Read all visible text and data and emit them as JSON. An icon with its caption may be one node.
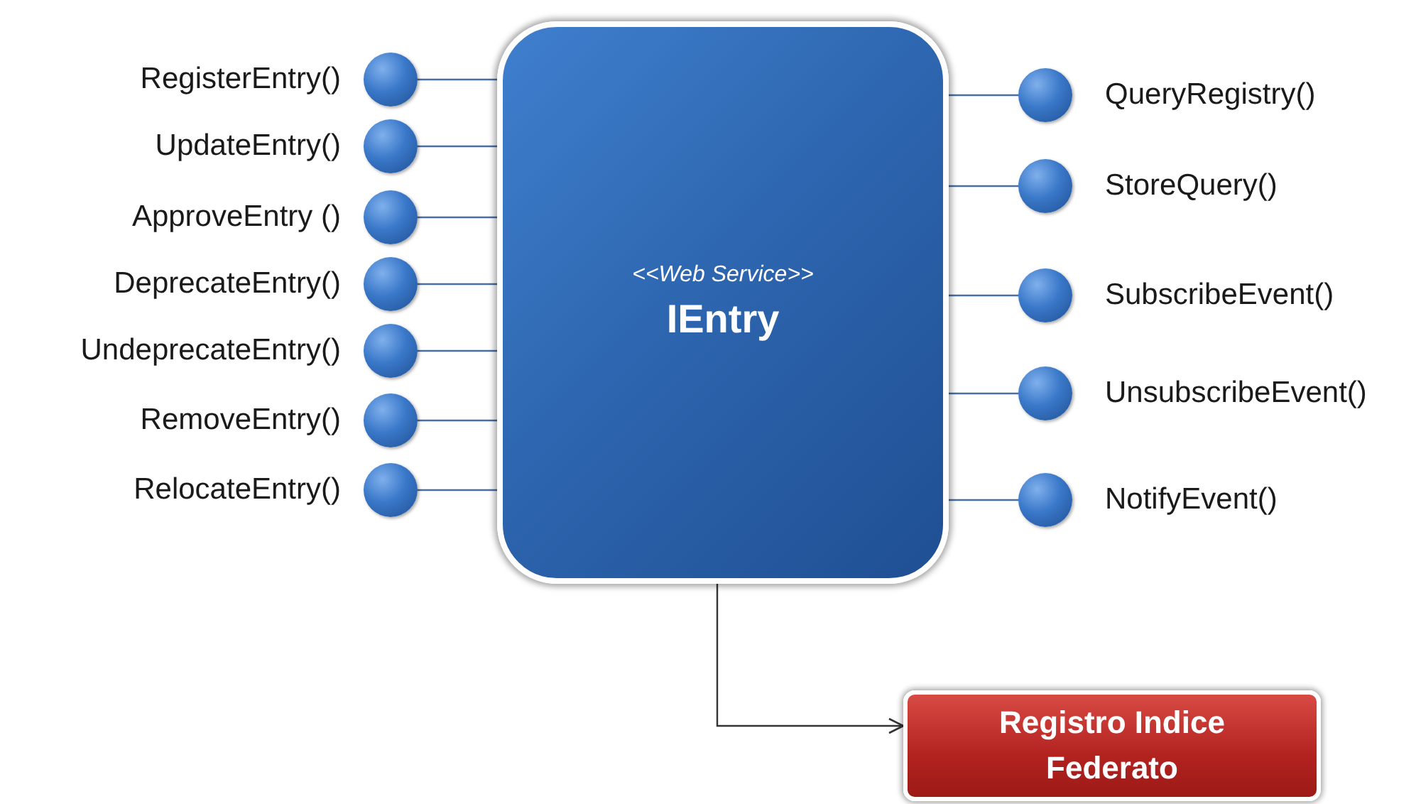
{
  "diagram": {
    "nodes": [
      {
        "text": [
          "<<Web Service>>",
          "IEntry"
        ]
      },
      {
        "text": [],
        "shape": "circle",
        "beside": [
          "RegisterEntry()"
        ]
      },
      {
        "text": [],
        "shape": "circle",
        "beside": [
          "UpdateEntry()"
        ]
      },
      {
        "text": [],
        "shape": "circle",
        "beside": [
          "ApproveEntry ()"
        ]
      },
      {
        "text": [],
        "shape": "circle",
        "beside": [
          "DeprecateEntry()"
        ]
      },
      {
        "text": [],
        "shape": "circle",
        "beside": [
          "UndeprecateEntry()"
        ]
      },
      {
        "text": [],
        "shape": "circle",
        "beside": [
          "RemoveEntry()"
        ]
      },
      {
        "text": [],
        "shape": "circle",
        "beside": [
          "RelocateEntry()"
        ]
      },
      {
        "text": [],
        "shape": "circle",
        "beside": [
          "QueryRegistry()"
        ]
      },
      {
        "text": [],
        "shape": "circle",
        "beside": [
          "StoreQuery()"
        ]
      },
      {
        "text": [],
        "shape": "circle",
        "beside": [
          "SubscribeEvent()"
        ]
      },
      {
        "text": [],
        "shape": "circle",
        "beside": [
          "UnsubscribeEvent()"
        ]
      },
      {
        "text": [],
        "shape": "circle",
        "beside": [
          "NotifyEvent()"
        ]
      },
      {
        "text": [
          "Registro Indice Federato"
        ]
      }
    ],
    "edges": [
      {
        "from": 0,
        "to": 1,
        "arrow": "none"
      },
      {
        "from": 0,
        "to": 2,
        "arrow": "none"
      },
      {
        "from": 0,
        "to": 3,
        "arrow": "none"
      },
      {
        "from": 0,
        "to": 4,
        "arrow": "none"
      },
      {
        "from": 0,
        "to": 5,
        "arrow": "none"
      },
      {
        "from": 0,
        "to": 6,
        "arrow": "none"
      },
      {
        "from": 0,
        "to": 7,
        "arrow": "none"
      },
      {
        "from": 0,
        "to": 8,
        "arrow": "none"
      },
      {
        "from": 0,
        "to": 9,
        "arrow": "none"
      },
      {
        "from": 0,
        "to": 10,
        "arrow": "none"
      },
      {
        "from": 0,
        "to": 11,
        "arrow": "none"
      },
      {
        "from": 0,
        "to": 12,
        "arrow": "none"
      },
      {
        "from": 0,
        "to": 13,
        "arrow": "to",
        "color": "#333333"
      }
    ]
  }
}
